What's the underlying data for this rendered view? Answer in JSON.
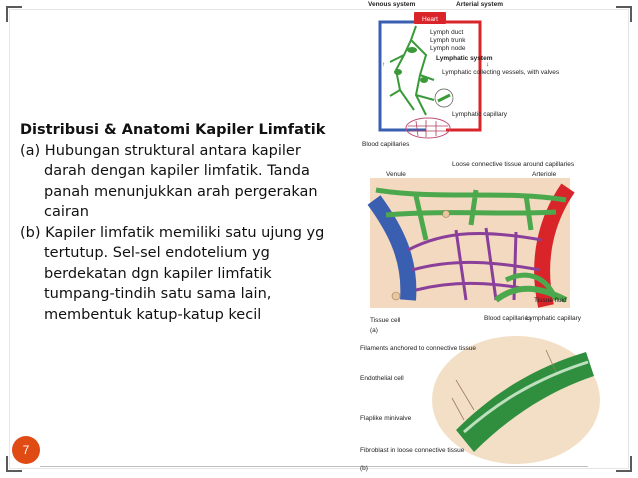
{
  "slide": {
    "title": "Distribusi & Anatomi Kapiler Limfatik",
    "item_a": "(a) Hubungan struktural antara kapiler darah dengan kapiler limfatik. Tanda panah menunjukkan arah pergerakan cairan",
    "item_b": "(b) Kapiler limfatik memiliki satu ujung yg tertutup. Sel-sel endotelium yg berdekatan dgn kapiler limfatik tumpang-tindih satu sama lain, membentuk katup-katup kecil",
    "page_number": "7"
  },
  "figure": {
    "top": {
      "venous": "Venous system",
      "arterial": "Arterial system",
      "heart": "Heart",
      "lymph_duct": "Lymph duct",
      "lymph_trunk": "Lymph trunk",
      "lymph_node": "Lymph node",
      "lymphatic_system": "Lymphatic system",
      "collecting": "Lymphatic collecting vessels, with valves",
      "lymphatic_capillary": "Lymphatic capillary",
      "blood_capillaries": "Blood capillaries"
    },
    "a": {
      "loose_tissue": "Loose connective tissue around capillaries",
      "venule": "Venule",
      "arteriole": "Arteriole",
      "tissue_fluid": "Tissue fluid",
      "tissue_cell": "Tissue cell",
      "blood_capillaries": "Blood capillaries",
      "lymphatic_capillary": "Lymphatic capillary",
      "label": "(a)"
    },
    "b": {
      "filaments": "Filaments anchored to connective tissue",
      "endothelial": "Endothelial cell",
      "flaplike": "Flaplike minivalve",
      "fibroblast": "Fibroblast in loose connective tissue",
      "label": "(b)"
    }
  },
  "colors": {
    "accent": "#e04b14",
    "artery": "#d9252a",
    "vein": "#3a5fb0",
    "lymph": "#3a9a3a"
  }
}
